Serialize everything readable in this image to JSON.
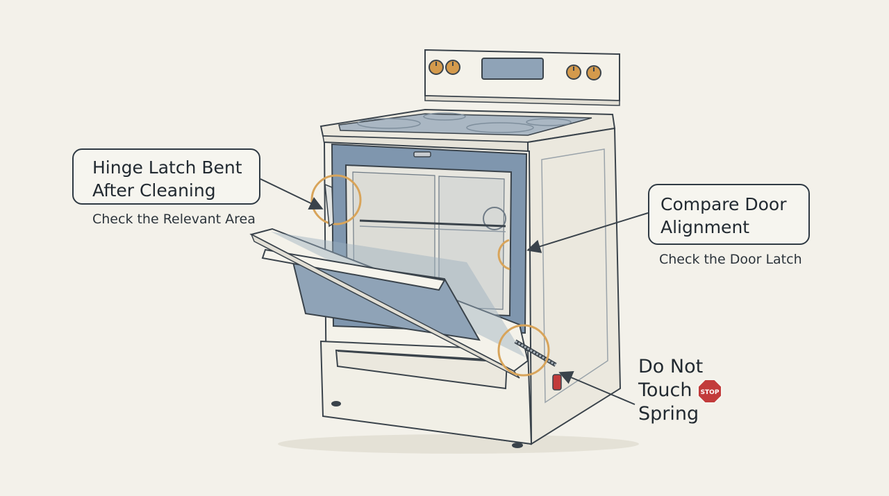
{
  "callouts": {
    "hinge": {
      "line1": "Hinge Latch Bent",
      "line2": "After Cleaning",
      "note": "Check the Relevant Area"
    },
    "alignment": {
      "line1": "Compare Door",
      "line2": "Alignment",
      "note": "Check the Door Latch"
    },
    "spring": {
      "line1": "Do Not",
      "line2": "Touch",
      "line3": "Spring",
      "badge": "STOP"
    }
  },
  "colors": {
    "background": "#f3f1ea",
    "body": "#f4f2ea",
    "interior": "#7f96ae",
    "knob": "#d49a4c",
    "highlight_ring": "#d8a45a",
    "stop": "#c23b3b",
    "outline": "#3a434b"
  },
  "icons": [
    "stop-sign-icon",
    "knob-icon",
    "arrow-icon",
    "spring-icon"
  ]
}
